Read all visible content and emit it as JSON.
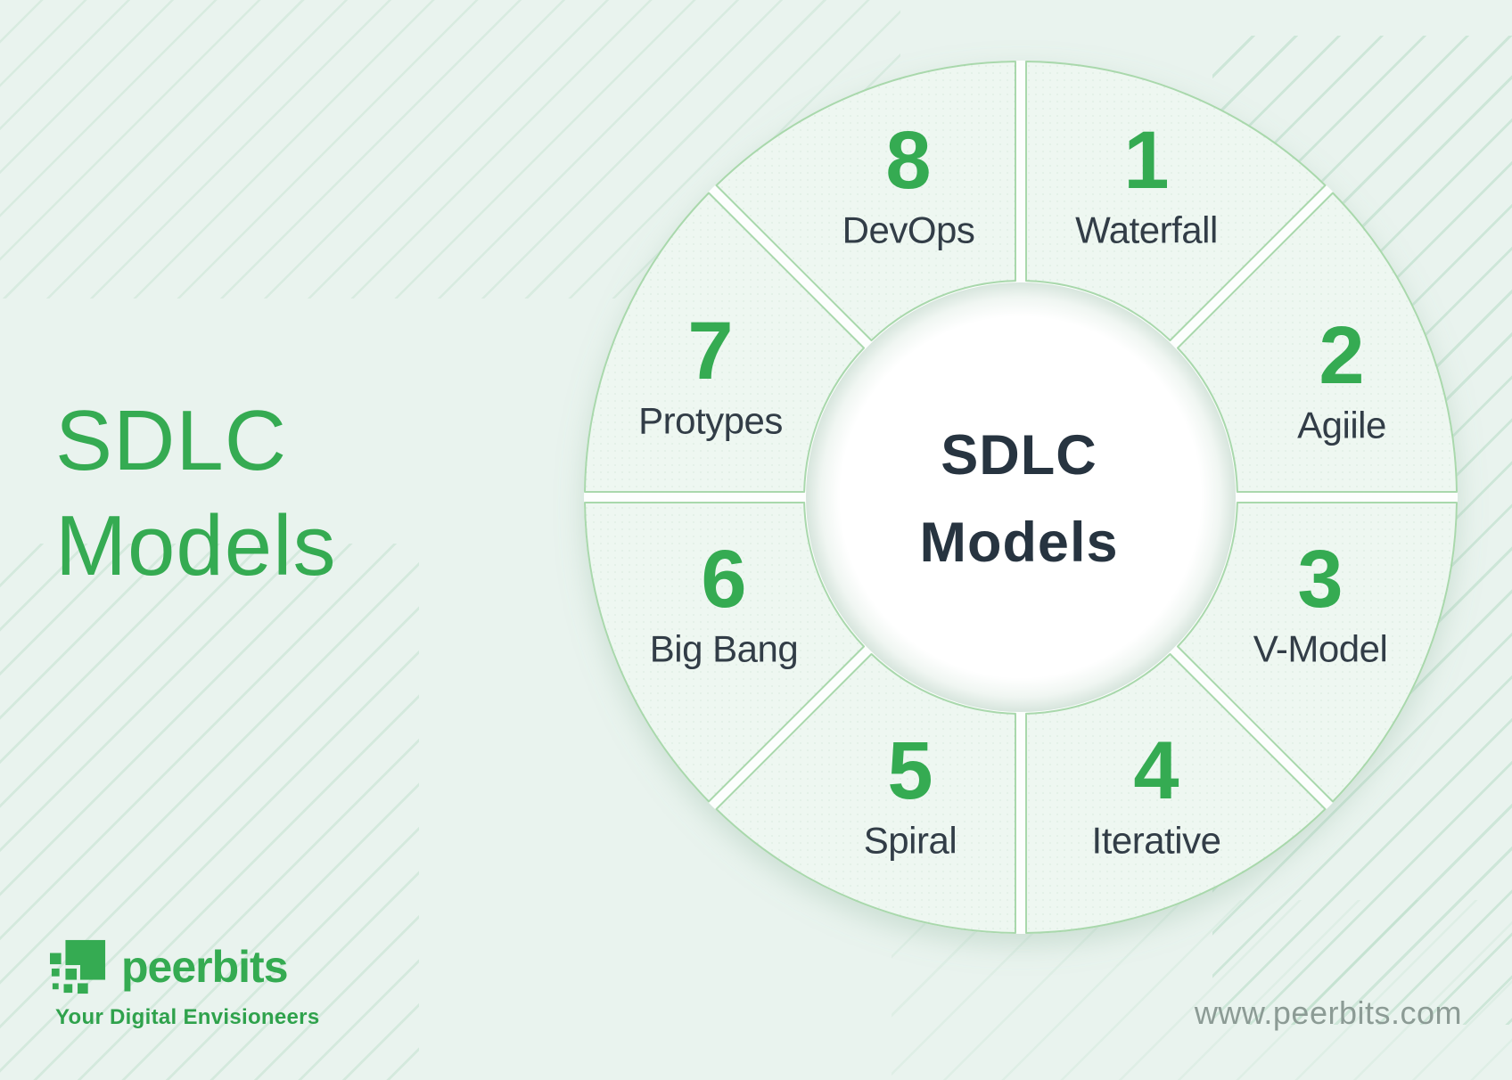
{
  "page": {
    "colors": {
      "background": "#e9f3ee",
      "accent_green": "#35ab52",
      "dark_text": "#323d47",
      "center_text": "#273440",
      "segment_fill": "#eef7f1",
      "segment_border": "#a9d8ac",
      "website_gray": "#8c9b95"
    }
  },
  "title": {
    "line1": "SDLC",
    "line2": "Models"
  },
  "wheel": {
    "center": {
      "line1": "SDLC",
      "line2": "Models"
    },
    "segments": [
      {
        "number": "1",
        "label": "Waterfall"
      },
      {
        "number": "2",
        "label": "Agiile"
      },
      {
        "number": "3",
        "label": "V-Model"
      },
      {
        "number": "4",
        "label": "Iterative"
      },
      {
        "number": "5",
        "label": "Spiral"
      },
      {
        "number": "6",
        "label": "Big Bang"
      },
      {
        "number": "7",
        "label": "Protypes"
      },
      {
        "number": "8",
        "label": "DevOps"
      }
    ]
  },
  "footer": {
    "logo_text": "peerbits",
    "tagline": "Your Digital Envisioneers",
    "website": "www.peerbits.com"
  }
}
